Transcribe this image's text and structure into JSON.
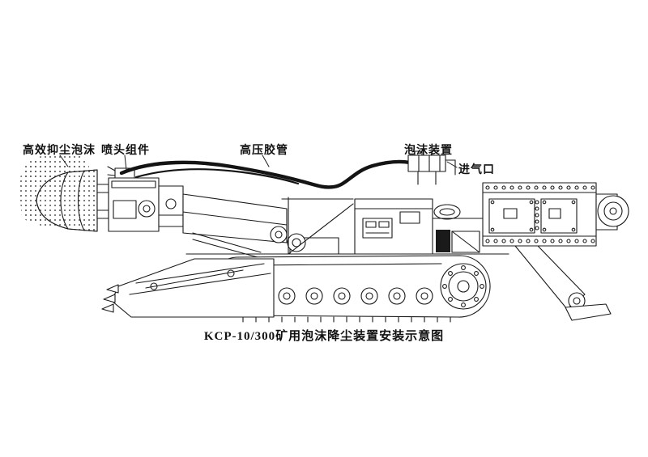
{
  "page": {
    "background": "#ffffff"
  },
  "diagram": {
    "caption": "KCP-10/300矿用泡沫降尘装置安装示意图",
    "labels": {
      "foam": "高效抑尘泡沫",
      "nozzle": "喷头组件",
      "hose": "高压胶管",
      "foam_device": "泡沫装置",
      "air_inlet": "进气口"
    },
    "colors": {
      "line": "#1a1a1a",
      "background": "#ffffff"
    }
  }
}
